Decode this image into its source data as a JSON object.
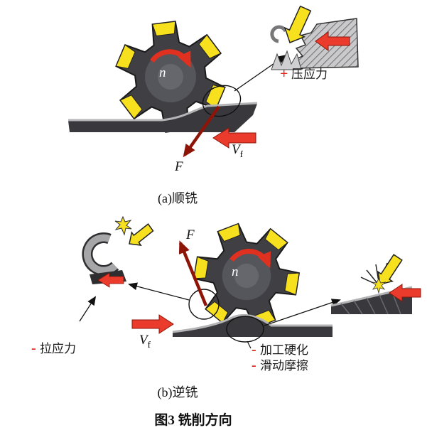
{
  "figure_title": "图3 铣削方向",
  "panel_a": {
    "caption": "(a)顺铣",
    "rotation_label": "n",
    "force_label": "F",
    "feed_label": "V",
    "feed_subscript": "f",
    "stress_sign": "+",
    "stress_label": "压应力"
  },
  "panel_b": {
    "caption": "(b)逆铣",
    "rotation_label": "n",
    "force_label": "F",
    "feed_label": "V",
    "feed_subscript": "f",
    "tensile_sign": "-",
    "tensile_label": "拉应力",
    "hardening_sign": "-",
    "hardening_label": "加工硬化",
    "friction_sign": "-",
    "friction_label": "滑动摩擦"
  },
  "colors": {
    "cutter_body": "#3f3f44",
    "tooth_insert": "#f7e01e",
    "feed_arrow_red": "#ea3b2c",
    "rotation_arrow_red": "#e03020",
    "force_arrow_dark_red": "#8f1408",
    "sign_red": "#e8251a",
    "workpiece_gray": "#39393d"
  }
}
